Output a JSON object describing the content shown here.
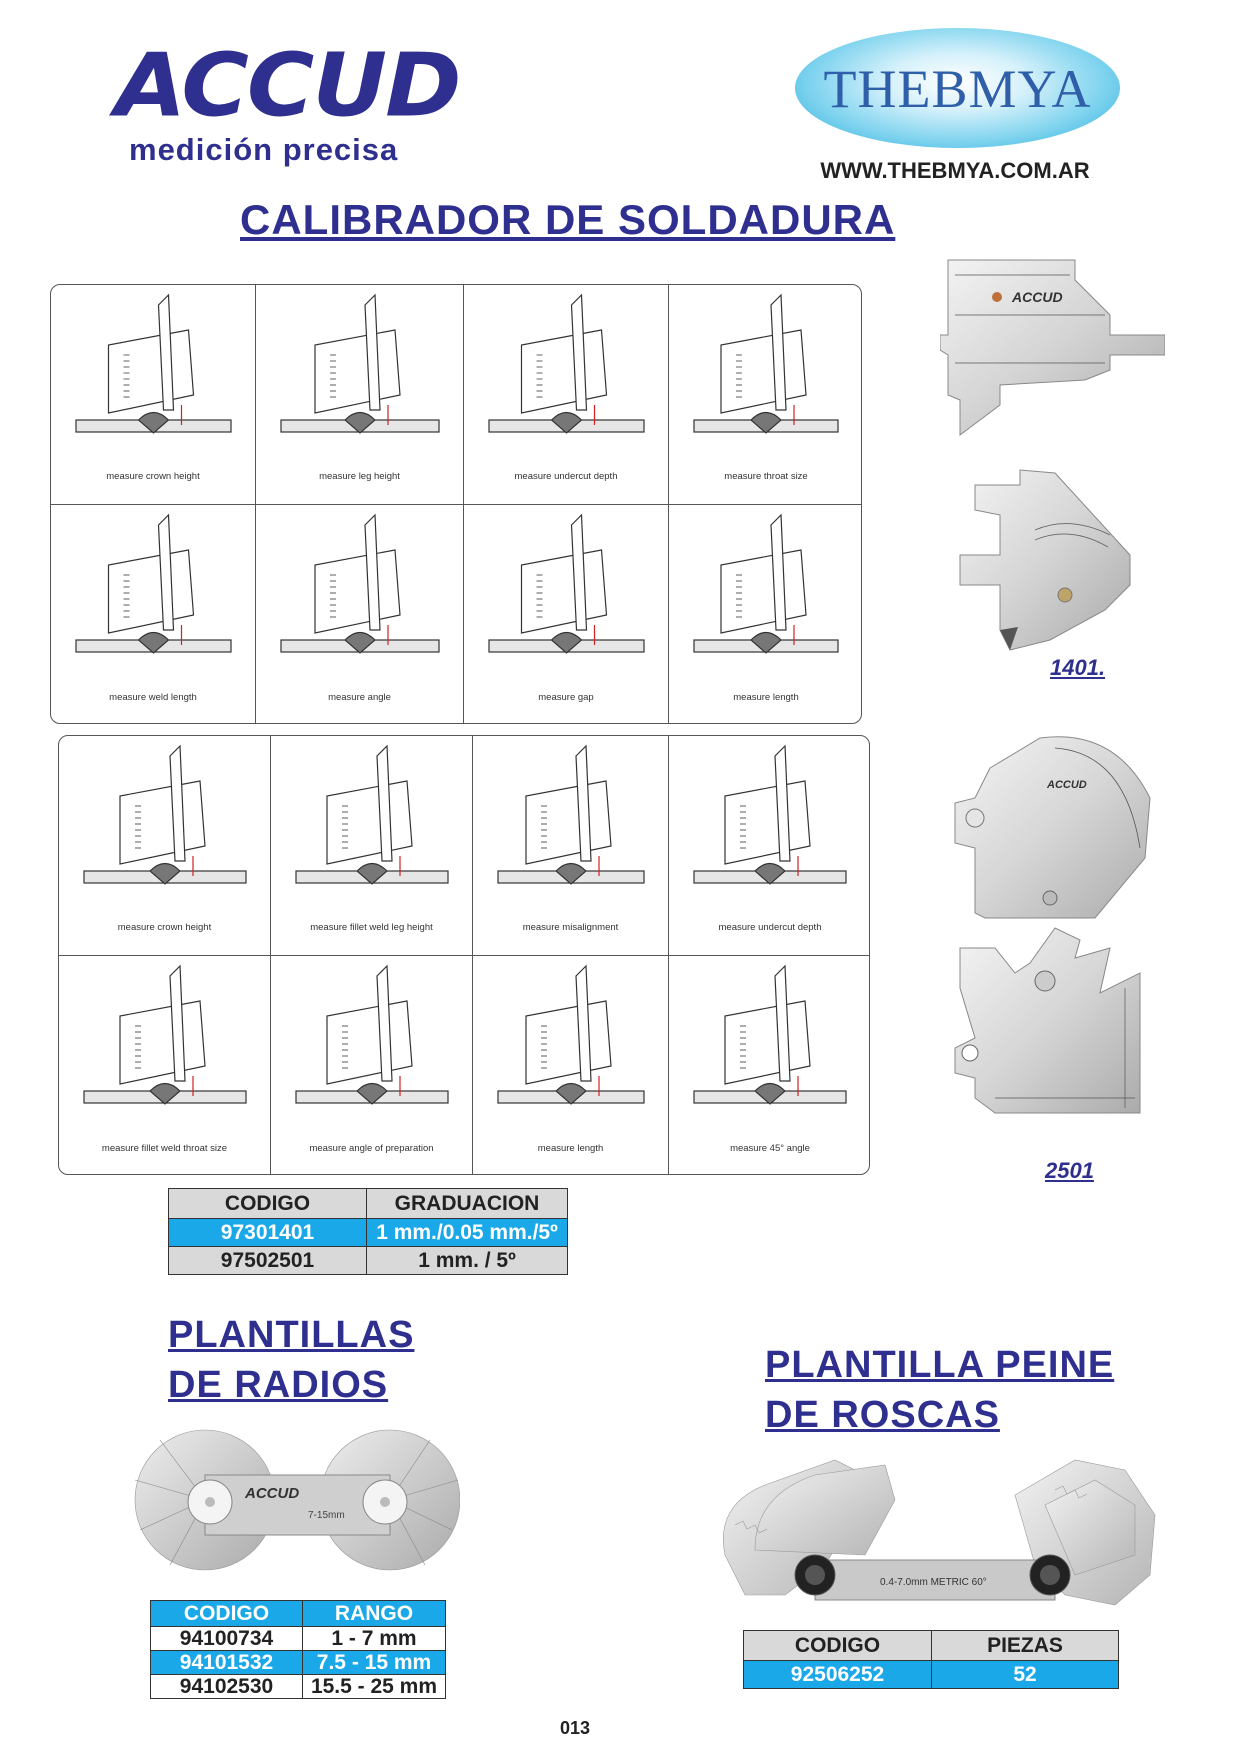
{
  "header": {
    "accud_logo": "ACCUD",
    "accud_tagline": "medición precisa",
    "thebmya_logo": "THEBMYA",
    "website": "WWW.THEBMYA.COM.AR"
  },
  "main_title": "CALIBRADOR DE SOLDADURA",
  "grid1": {
    "captions": [
      "measure crown height",
      "measure leg height",
      "measure undercut depth",
      "measure throat size",
      "measure weld length",
      "measure angle",
      "measure gap",
      "measure length"
    ]
  },
  "grid2": {
    "captions": [
      "measure crown height",
      "measure fillet weld leg height",
      "measure misalignment",
      "measure undercut depth",
      "measure fillet weld throat size",
      "measure angle of preparation",
      "measure length",
      "measure 45° angle"
    ]
  },
  "gauge_photos": {
    "model_1401": "1401.",
    "model_2501": "2501",
    "brand_mark": "ACCUD"
  },
  "weld_table": {
    "headers": [
      "CODIGO",
      "GRADUACION"
    ],
    "rows": [
      [
        "97301401",
        "1 mm./0.05 mm./5º"
      ],
      [
        "97502501",
        "1 mm. / 5º"
      ]
    ]
  },
  "radius_section": {
    "title_line1": "PLANTILLAS",
    "title_line2": "DE RADIOS",
    "photo_brand": "ACCUD",
    "photo_range": "7-15mm",
    "table": {
      "headers": [
        "CODIGO",
        "RANGO"
      ],
      "rows": [
        [
          "94100734",
          "1 - 7 mm"
        ],
        [
          "94101532",
          "7.5 - 15 mm"
        ],
        [
          "94102530",
          "15.5 - 25 mm"
        ]
      ]
    }
  },
  "thread_section": {
    "title_line1": "PLANTILLA PEINE",
    "title_line2": "DE ROSCAS",
    "photo_label": "0.4-7.0mm METRIC 60°",
    "table": {
      "headers": [
        "CODIGO",
        "PIEZAS"
      ],
      "rows": [
        [
          "92506252",
          "52"
        ]
      ]
    }
  },
  "page_number": "013",
  "colors": {
    "brand_blue": "#2e2f8e",
    "table_blue": "#1ba8e8",
    "table_grey": "#d9d9d9"
  }
}
